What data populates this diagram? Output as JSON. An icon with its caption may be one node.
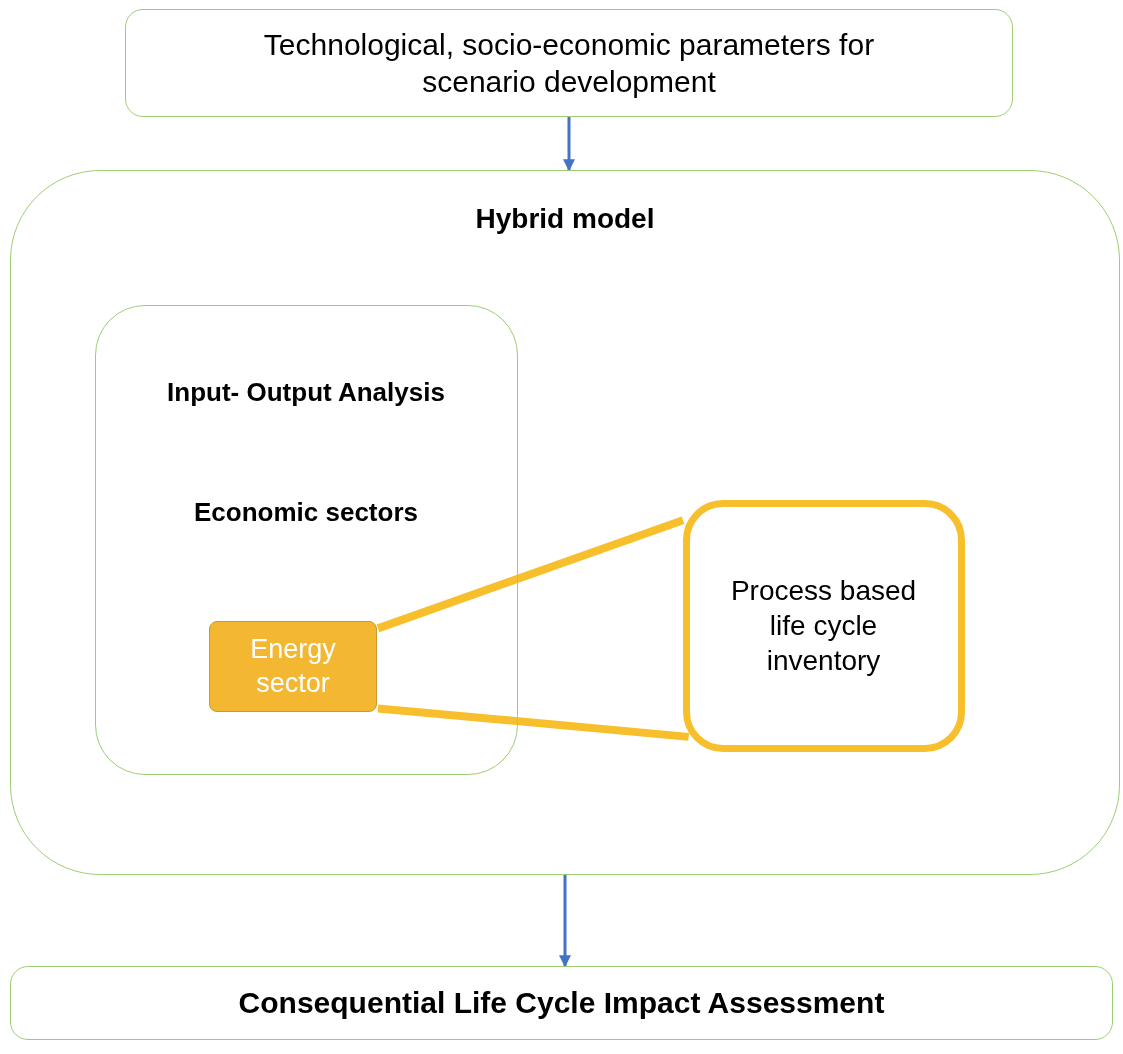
{
  "diagram": {
    "nodes": [
      {
        "text": [
          "Technological, socio-economic parameters for scenario development"
        ]
      },
      {
        "text": [
          "Hybrid model"
        ]
      },
      {
        "text": [
          "Input- Output Analysis",
          "Economic sectors"
        ],
        "in": 1
      },
      {
        "text": [
          "Energy sector"
        ],
        "in": 2
      },
      {
        "text": [
          "Process based life cycle inventory"
        ],
        "in": 1
      },
      {
        "text": [
          "Consequential Life Cycle Impact Assessment"
        ]
      }
    ],
    "edges": [
      {
        "from": 0,
        "to": 1,
        "arrow": "to"
      },
      {
        "from": 3,
        "to": 4,
        "arrow": "none",
        "style": "thick",
        "color": "#f6bf2b"
      },
      {
        "from": 3,
        "to": 4,
        "arrow": "none",
        "style": "thick",
        "color": "#f6bf2b"
      },
      {
        "from": 1,
        "to": 5,
        "arrow": "to"
      }
    ]
  }
}
